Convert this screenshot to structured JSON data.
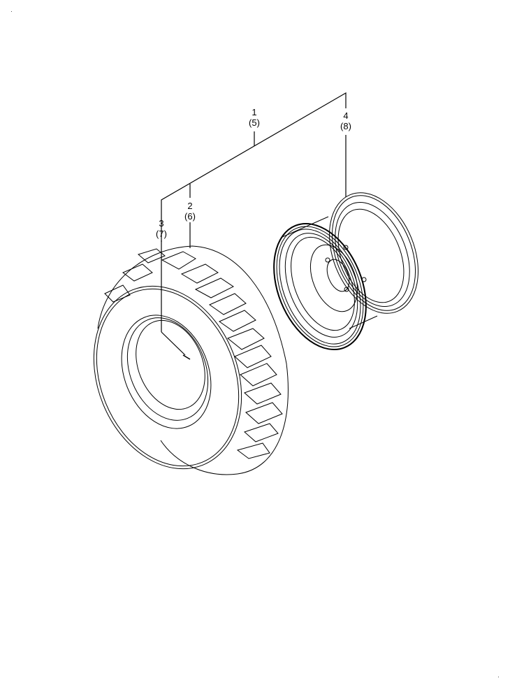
{
  "diagram": {
    "type": "exploded parts diagram",
    "subject": "wheel assembly (tire and rim)",
    "callouts": [
      {
        "id": "1",
        "number": "1",
        "alt": "(5)",
        "target": "assembly"
      },
      {
        "id": "2",
        "number": "2",
        "alt": "(6)",
        "target": "tire"
      },
      {
        "id": "3",
        "number": "3",
        "alt": "(7)",
        "target": "valve"
      },
      {
        "id": "4",
        "number": "4",
        "alt": "(8)",
        "target": "rim"
      }
    ],
    "parts": [
      {
        "name": "tire",
        "callout": "2"
      },
      {
        "name": "valve",
        "callout": "3"
      },
      {
        "name": "rim",
        "callout": "4"
      }
    ],
    "colors": {
      "line": "#000000",
      "background": "#ffffff"
    }
  }
}
